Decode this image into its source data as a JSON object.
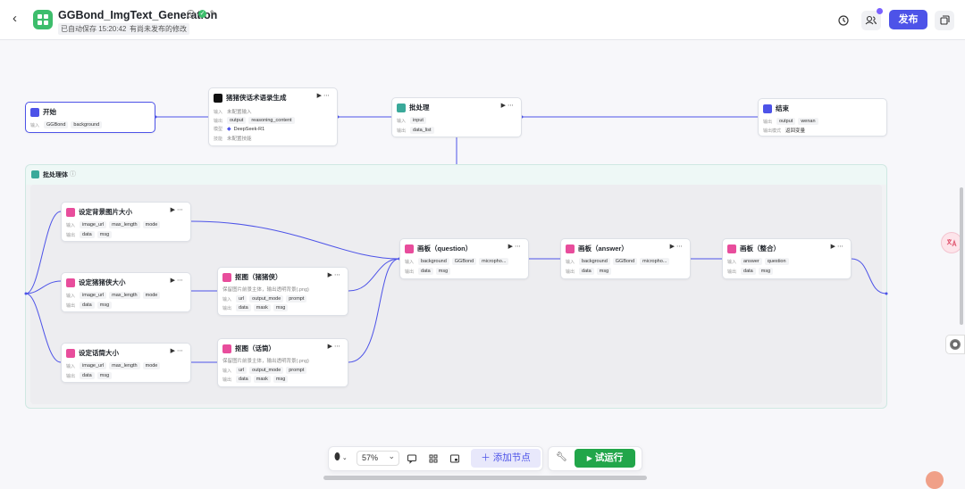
{
  "header": {
    "title": "GGBond_ImgText_Generation",
    "autosave": "已自动保存 15:20:42",
    "unpublished": "有尚未发布的修改",
    "publish_label": "发布"
  },
  "colors": {
    "accent": "#4d53e8",
    "run": "#22a64a",
    "link": "#4d53e8"
  },
  "nodes": {
    "start": {
      "title": "开始",
      "input_label": "输入",
      "inputs": [
        "GGBond",
        "background"
      ]
    },
    "llm": {
      "title": "猪猪侠话术语录生成",
      "input_label": "输入",
      "input_empty": "未配置输入",
      "output_label": "输出",
      "outputs": [
        "output",
        "reasoning_content"
      ],
      "model_label": "模型",
      "model": "DeepSeek-R1",
      "skill_label": "技能",
      "skill_empty": "未配置技能"
    },
    "batch": {
      "title": "批处理",
      "input_label": "输入",
      "inputs": [
        "input"
      ],
      "output_label": "输出",
      "outputs": [
        "data_list"
      ]
    },
    "end": {
      "title": "结束",
      "output_label": "输出",
      "outputs": [
        "output",
        "wenan"
      ],
      "mode_label": "输出模式",
      "mode": "返回变量"
    },
    "batch_body": {
      "title": "批处理体"
    },
    "bg_size": {
      "title": "设定背景图片大小",
      "input_label": "输入",
      "inputs": [
        "image_url",
        "max_length",
        "mode"
      ],
      "output_label": "输出",
      "outputs": [
        "data",
        "msg"
      ]
    },
    "pig_size": {
      "title": "设定猪猪侠大小",
      "input_label": "输入",
      "inputs": [
        "image_url",
        "max_length",
        "mode"
      ],
      "output_label": "输出",
      "outputs": [
        "data",
        "msg"
      ]
    },
    "bubble_size": {
      "title": "设定话筒大小",
      "input_label": "输入",
      "inputs": [
        "image_url",
        "max_length",
        "mode"
      ],
      "output_label": "输出",
      "outputs": [
        "data",
        "msg"
      ]
    },
    "cut_pig": {
      "title": "抠图（猪猪侠）",
      "desc": "保留图片前景主体，输出透明背景(.png)",
      "input_label": "输入",
      "inputs": [
        "url",
        "output_mode",
        "prompt"
      ],
      "output_label": "输出",
      "outputs": [
        "data",
        "mask",
        "msg"
      ]
    },
    "cut_bubble": {
      "title": "抠图（话筒）",
      "desc": "保留图片前景主体，输出透明背景(.png)",
      "input_label": "输入",
      "inputs": [
        "url",
        "output_mode",
        "prompt"
      ],
      "output_label": "输出",
      "outputs": [
        "data",
        "mask",
        "msg"
      ]
    },
    "canvas_q": {
      "title": "画板（question）",
      "input_label": "输入",
      "inputs": [
        "background",
        "GGBond",
        "micropho..."
      ],
      "output_label": "输出",
      "outputs": [
        "data",
        "msg"
      ]
    },
    "canvas_a": {
      "title": "画板（answer）",
      "input_label": "输入",
      "inputs": [
        "background",
        "GGBond",
        "micropho..."
      ],
      "output_label": "输出",
      "outputs": [
        "data",
        "msg"
      ]
    },
    "canvas_m": {
      "title": "画板（整合）",
      "input_label": "输入",
      "inputs": [
        "answer",
        "question"
      ],
      "output_label": "输出",
      "outputs": [
        "data",
        "msg"
      ]
    }
  },
  "toolbar": {
    "zoom": "57%",
    "add_node_label": "添加节点",
    "run_label": "试运行"
  }
}
